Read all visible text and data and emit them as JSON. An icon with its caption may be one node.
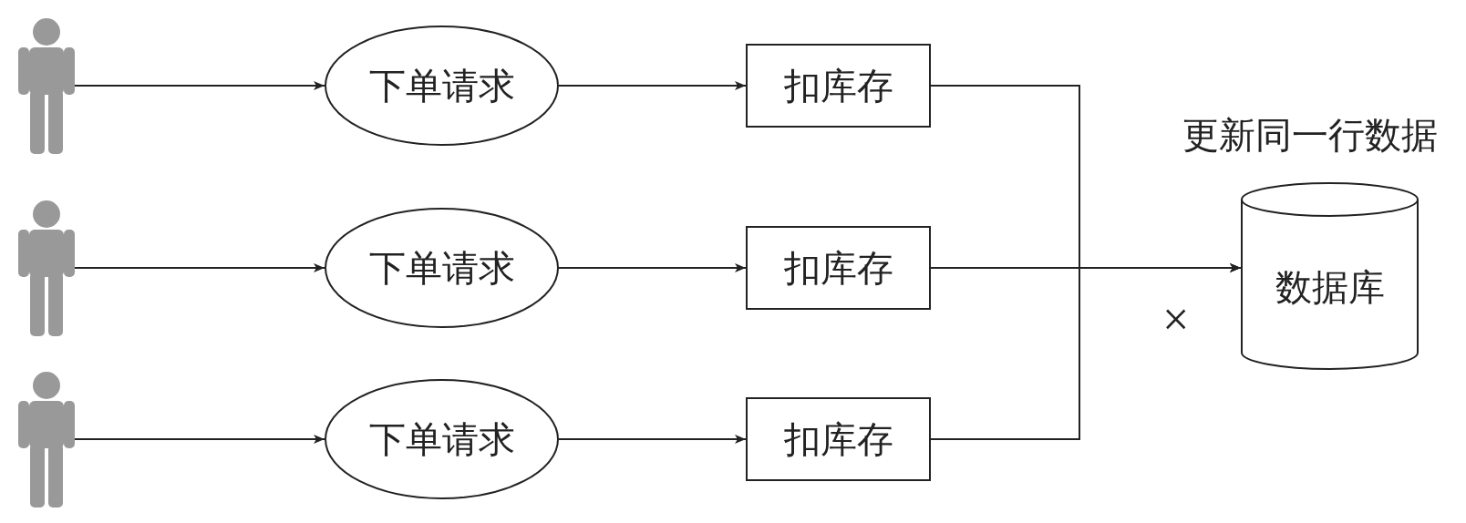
{
  "diagram": {
    "nodes": [
      {
        "text": [],
        "shape": "person"
      },
      {
        "text": [
          "下单请求"
        ]
      },
      {
        "text": [
          "扣库存"
        ]
      },
      {
        "text": [],
        "shape": "person"
      },
      {
        "text": [
          "下单请求"
        ]
      },
      {
        "text": [
          "扣库存"
        ]
      },
      {
        "text": [],
        "shape": "person"
      },
      {
        "text": [
          "下单请求"
        ]
      },
      {
        "text": [
          "扣库存"
        ]
      },
      {
        "text": [
          "数据库"
        ],
        "beside": [
          "更新同一行数据"
        ]
      }
    ],
    "edges": [
      {
        "from": 0,
        "to": 1,
        "arrow": "to"
      },
      {
        "from": 1,
        "to": 2,
        "arrow": "to"
      },
      {
        "from": 3,
        "to": 4,
        "arrow": "to"
      },
      {
        "from": 4,
        "to": 5,
        "arrow": "to"
      },
      {
        "from": 6,
        "to": 7,
        "arrow": "to"
      },
      {
        "from": 7,
        "to": 8,
        "arrow": "to"
      },
      {
        "from": 2,
        "to": 9,
        "arrow": "to"
      },
      {
        "from": 5,
        "to": 9,
        "arrow": "to"
      },
      {
        "from": 8,
        "to": 9,
        "arrow": "to"
      }
    ],
    "labels": [
      "×"
    ]
  }
}
